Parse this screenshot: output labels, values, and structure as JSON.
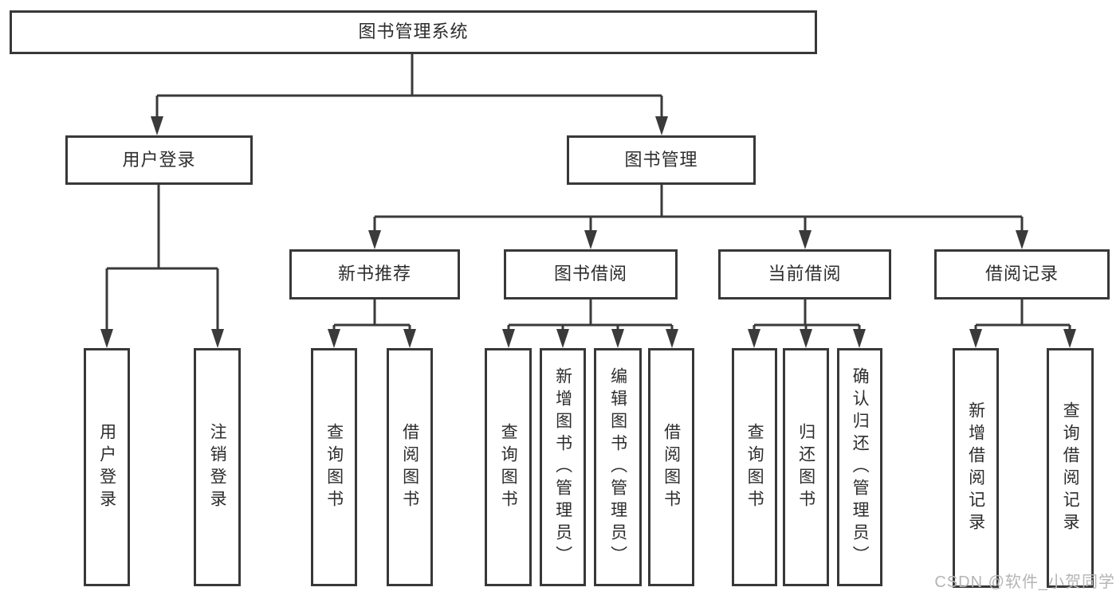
{
  "root": {
    "label": "图书管理系统"
  },
  "branches": [
    {
      "label": "用户登录",
      "children": [
        {
          "label": "用户登录"
        },
        {
          "label": "注销登录"
        }
      ]
    },
    {
      "label": "图书管理",
      "children": [
        {
          "label": "新书推荐",
          "children": [
            {
              "label": "查询图书"
            },
            {
              "label": "借阅图书"
            }
          ]
        },
        {
          "label": "图书借阅",
          "children": [
            {
              "label": "查询图书"
            },
            {
              "label": "新增图书（管理员）"
            },
            {
              "label": "编辑图书（管理员）"
            },
            {
              "label": "借阅图书"
            }
          ]
        },
        {
          "label": "当前借阅",
          "children": [
            {
              "label": "查询图书"
            },
            {
              "label": "归还图书"
            },
            {
              "label": "确认归还（管理员）"
            }
          ]
        },
        {
          "label": "借阅记录",
          "children": [
            {
              "label": "新增借阅记录"
            },
            {
              "label": "查询借阅记录"
            }
          ]
        }
      ]
    }
  ],
  "watermark": {
    "text": "CSDN @软件_小贺同学"
  },
  "colors": {
    "line": "#3a3a3a",
    "border": "#383838",
    "text": "#2d2d2d",
    "background": "#ffffff",
    "watermark": "#b5b5b5"
  }
}
